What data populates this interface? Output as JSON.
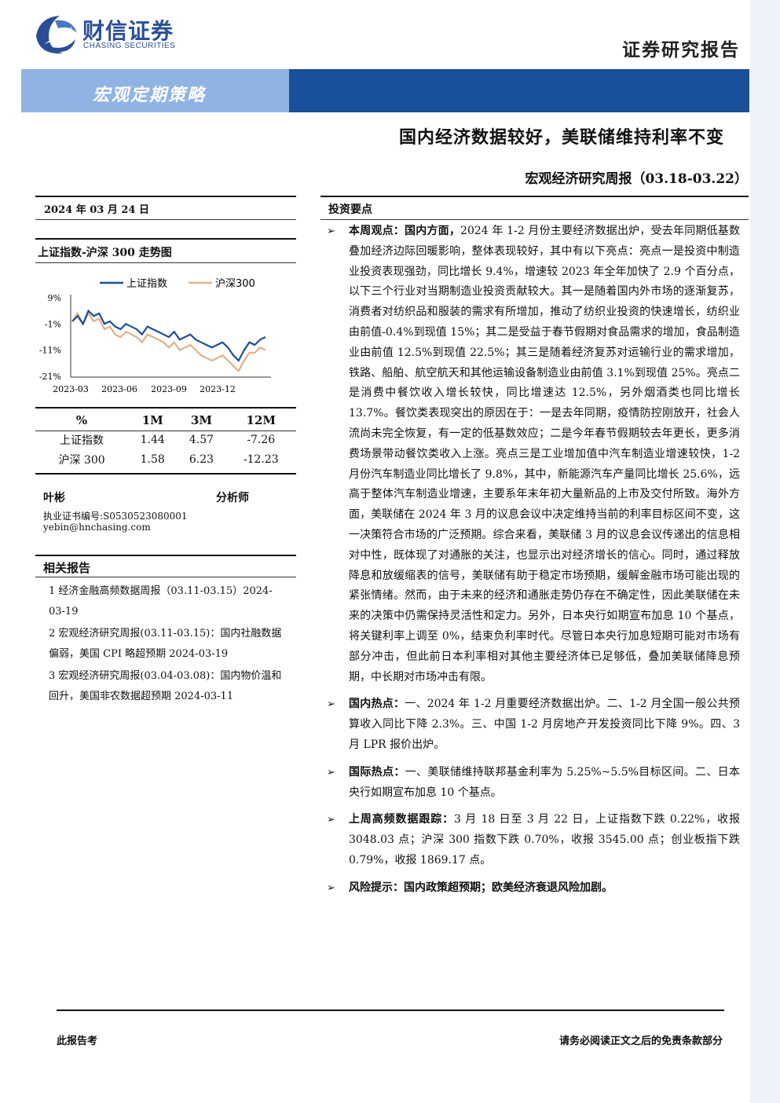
{
  "header": {
    "logo_cn": "财信证券",
    "logo_en": "CHASING SECURITIES",
    "report_type": "证券研究报告",
    "category": "宏观定期策略",
    "title": "国内经济数据较好，美联储维持利率不变",
    "subtitle": "宏观经济研究周报（03.18-03.22）"
  },
  "left": {
    "date": "2024 年 03 月 24 日",
    "chart_title": "上证指数-沪深 300 走势图",
    "performance": {
      "headers": [
        "%",
        "1M",
        "3M",
        "12M"
      ],
      "rows": [
        {
          "name": "上证指数",
          "m1": "1.44",
          "m3": "4.57",
          "m12": "-7.26"
        },
        {
          "name": "沪深 300",
          "m1": "1.58",
          "m3": "6.23",
          "m12": "-12.23"
        }
      ]
    },
    "analyst": {
      "name": "叶彬",
      "role": "分析师",
      "cert": "执业证书编号:S0530523080001",
      "email": "yebin@hnchasing.com"
    },
    "related_title": "相关报告",
    "related": [
      "1 经济金融高频数据周报（03.11-03.15）2024-03-19",
      "2 宏观经济研究周报(03.11-03.15)：国内社融数据偏弱，美国 CPI 略超预期 2024-03-19",
      "3 宏观经济研究周报(03.04-03.08)：国内物价温和回升，美国非农数据超预期 2024-03-11"
    ]
  },
  "chart_data": {
    "type": "line",
    "title": "上证指数-沪深 300 走势图",
    "x_ticks": [
      "2023-03",
      "2023-06",
      "2023-09",
      "2023-12"
    ],
    "y_ticks": [
      "9%",
      "-1%",
      "-11%",
      "-21%"
    ],
    "ylim": [
      -21,
      9
    ],
    "series": [
      {
        "name": "上证指数",
        "color": "#1f4e9c",
        "values": [
          0,
          2,
          -1,
          4,
          2,
          3,
          -1,
          0,
          -2,
          -3,
          -1,
          -2,
          -3,
          -5,
          -2,
          -3,
          -4,
          -5,
          -6,
          -4,
          -7,
          -6,
          -5,
          -7,
          -8,
          -9,
          -10,
          -9,
          -8,
          -10,
          -13,
          -15,
          -11,
          -8,
          -9,
          -7,
          -6
        ]
      },
      {
        "name": "沪深300",
        "color": "#e0b08a",
        "values": [
          0,
          3,
          -1,
          3,
          0,
          1,
          -3,
          -2,
          -5,
          -6,
          -4,
          -5,
          -6,
          -8,
          -5,
          -6,
          -7,
          -8,
          -10,
          -8,
          -11,
          -10,
          -9,
          -11,
          -13,
          -14,
          -15,
          -14,
          -13,
          -15,
          -17,
          -19,
          -15,
          -12,
          -12,
          -10,
          -11
        ]
      }
    ]
  },
  "investment": {
    "title": "投资要点",
    "points": [
      {
        "label": "本周观点：国内方面，",
        "text": "2024 年 1-2 月份主要经济数据出炉，受去年同期低基数叠加经济边际回暖影响，整体表现较好，其中有以下亮点：亮点一是投资中制造业投资表现强劲，同比增长 9.4%，增速较 2023 年全年加快了 2.9 个百分点，以下三个行业对当期制造业投资贡献较大。其一是随着国内外市场的逐渐复苏，消费者对纺织品和服装的需求有所增加，推动了纺织业投资的快速增长，纺织业由前值-0.4%到现值 15%；其二是受益于春节假期对食品需求的增加，食品制造业由前值 12.5%到现值 22.5%；其三是随着经济复苏对运输行业的需求增加，铁路、船舶、航空航天和其他运输设备制造业由前值 3.1%到现值 25%。亮点二是消费中餐饮收入增长较快，同比增速达 12.5%，另外烟酒类也同比增长 13.7%。餐饮类表现突出的原因在于：一是去年同期，疫情防控刚放开，社会人流尚未完全恢复，有一定的低基数效应；二是今年春节假期较去年更长，更多消费场景带动餐饮类收入上涨。亮点三是工业增加值中汽车制造业增速较快，1-2 月份汽车制造业同比增长了 9.8%，其中，新能源汽车产量同比增长 25.6%，远高于整体汽车制造业增速，主要系年末年初大量新品的上市及交付所致。海外方面，美联储在 2024 年 3 月的议息会议中决定维持当前的利率目标区间不变，这一决策符合市场的广泛预期。综合来看，美联储 3 月的议息会议传递出的信息相对中性，既体现了对通胀的关注，也显示出对经济增长的信心。同时，通过释放降息和放缓缩表的信号，美联储有助于稳定市场预期，缓解金融市场可能出现的紧张情绪。然而，由于未来的经济和通胀走势仍存在不确定性，因此美联储在未来的决策中仍需保持灵活性和定力。另外，日本央行如期宣布加息 10 个基点，将关键利率上调至 0%，结束负利率时代。尽管日本央行加息短期可能对市场有部分冲击，但此前日本利率相对其他主要经济体已足够低，叠加美联储降息预期，中长期对市场冲击有限。"
      },
      {
        "label": "国内热点：",
        "text": "一、2024 年 1-2 月重要经济数据出炉。二、1-2 月全国一般公共预算收入同比下降 2.3%。三、中国 1-2 月房地产开发投资同比下降 9%。四、3 月 LPR 报价出炉。"
      },
      {
        "label": "国际热点：",
        "text": "一、美联储维持联邦基金利率为 5.25%~5.5%目标区间。二、日本央行如期宣布加息 10 个基点。"
      },
      {
        "label": "上周高频数据跟踪：",
        "text": "3 月 18 日至 3 月 22 日，上证指数下跌 0.22%，收报 3048.03 点；沪深 300 指数下跌 0.70%，收报 3545.00 点；创业板指下跌 0.79%，收报 1869.17 点。"
      },
      {
        "label": "风险提示：",
        "text": "",
        "label2": "国内政策超预期；欧美经济衰退风险加剧。"
      }
    ]
  },
  "footer": {
    "left": "此报告考",
    "right": "请务必阅读正文之后的免责条款部分"
  }
}
